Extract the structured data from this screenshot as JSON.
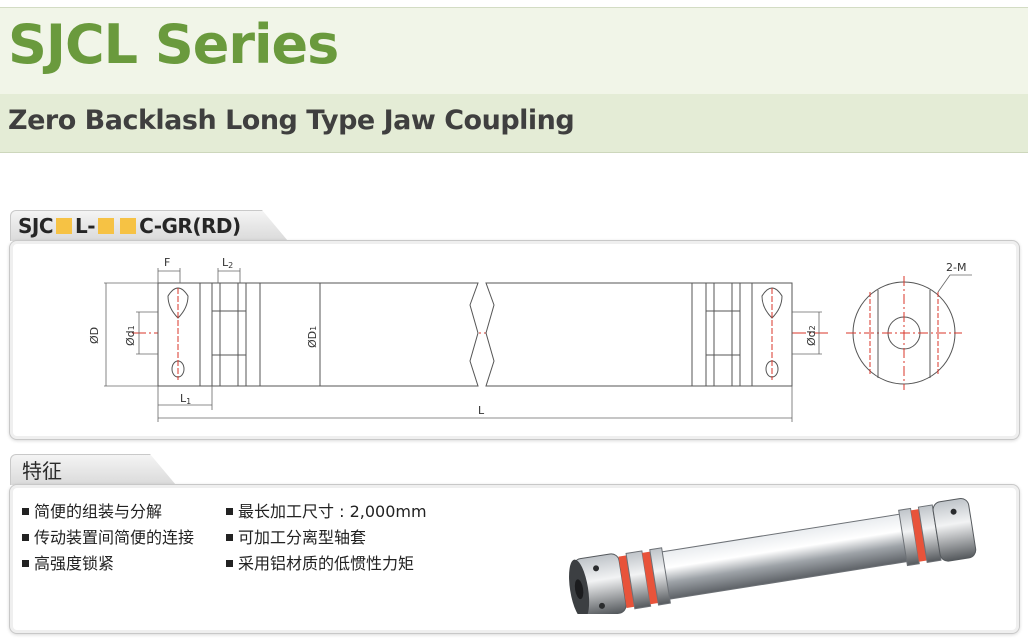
{
  "header": {
    "title": "SJCL Series",
    "subtitle": "Zero Backlash Long Type Jaw Coupling"
  },
  "model": {
    "prefix": "SJC",
    "middle": "L-",
    "suffix": "C-GR(RD)"
  },
  "drawing": {
    "labels": {
      "F": "F",
      "L2": "L",
      "L2_sub": "2",
      "L1": "L",
      "L1_sub": "1",
      "L": "L",
      "D": "ØD",
      "d1": "Ød",
      "d1_sub": "1",
      "D1": "ØD",
      "D1_sub": "1",
      "d2": "Ød",
      "d2_sub": "2",
      "M": "2-M"
    },
    "colors": {
      "line": "#555555",
      "centerline": "#d8342a",
      "dimension": "#666666"
    }
  },
  "features": {
    "tab_label": "特征",
    "left": [
      "简便的组装与分解",
      "传动装置间简便的连接",
      "高强度锁紧"
    ],
    "right": [
      "最长加工尺寸 : 2,000mm",
      "可加工分离型轴套",
      "采用铝材质的低惯性力矩"
    ]
  },
  "colors": {
    "title_green": "#6a9a3d",
    "model_square": "#f6c244",
    "spider_red": "#e8533a"
  }
}
